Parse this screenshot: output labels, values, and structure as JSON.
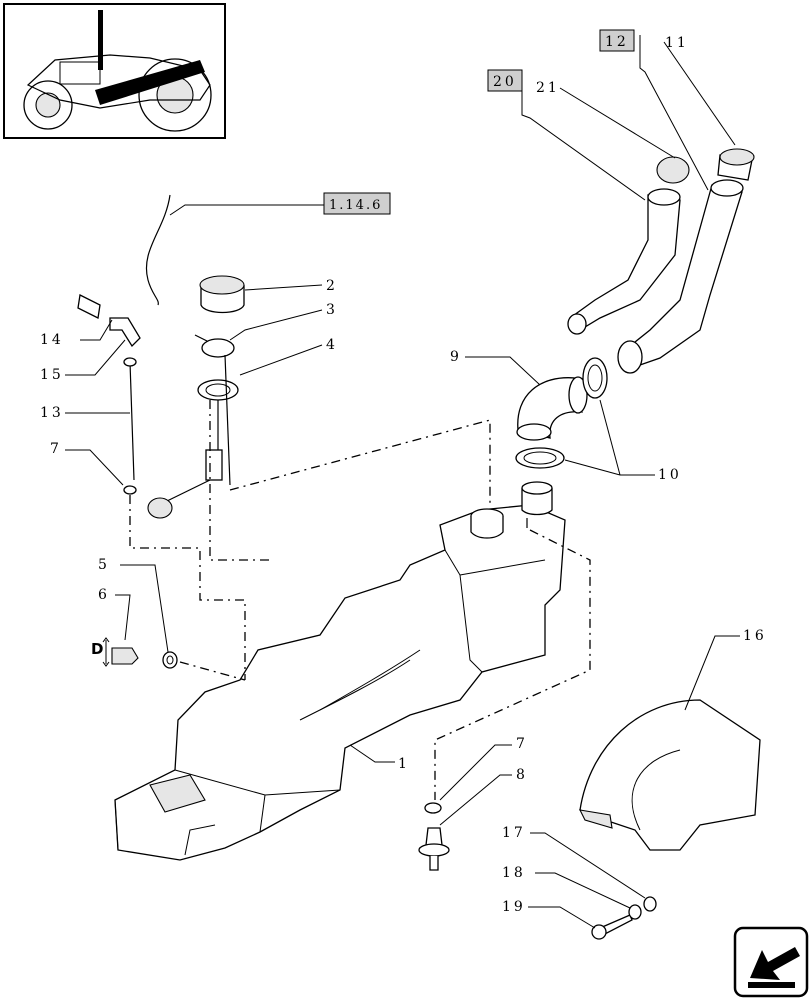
{
  "callouts": {
    "c1": "1",
    "c2": "2",
    "c3": "3",
    "c4": "4",
    "c5": "5",
    "c6": "6",
    "c7a": "7",
    "c7b": "7",
    "c8": "8",
    "c9": "9",
    "c10": "10",
    "c11": "11",
    "c12": "12",
    "c13": "13",
    "c14": "14",
    "c15": "15",
    "c16": "16",
    "c17": "17",
    "c18": "18",
    "c19": "19",
    "c20": "20",
    "c21": "21"
  },
  "refs": {
    "section": "1.14.6"
  },
  "markers": {
    "d": "D"
  },
  "nav": {
    "arrow_icon": "next-page-arrow-icon"
  },
  "colors": {
    "ink": "#000000",
    "paper": "#ffffff",
    "fill": "#e6e6e6",
    "ref_box": "#cfcfcf"
  }
}
